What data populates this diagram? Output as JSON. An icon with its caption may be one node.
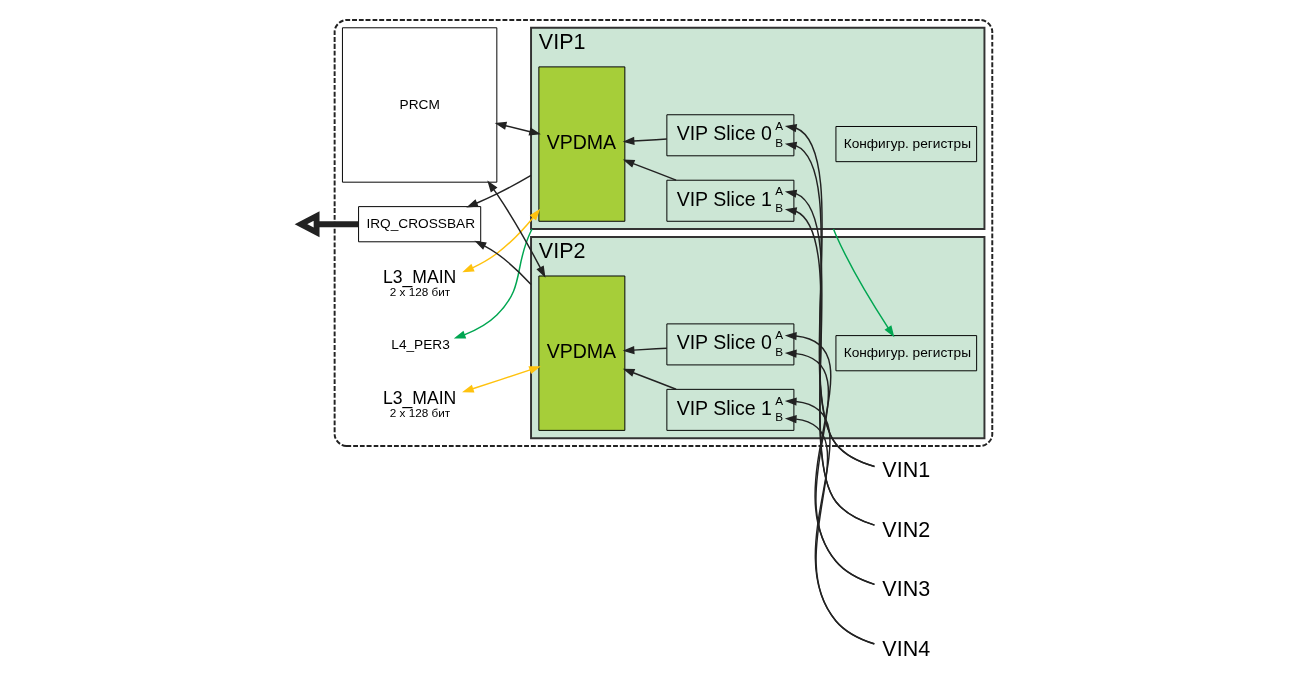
{
  "diagram": {
    "nodes": [
      {
        "text": [],
        "shape": "box"
      },
      {
        "text": [
          "IRQ_CROSSBAR"
        ],
        "in": 0
      },
      {
        "text": [
          "PRCM"
        ],
        "in": 0
      },
      {
        "text": [
          "VIP1"
        ],
        "in": 0
      },
      {
        "text": [
          "Конфигур. регистры"
        ],
        "in": 3
      },
      {
        "text": [
          "VPDMA"
        ],
        "in": 3
      },
      {
        "text": [
          "VIP Slice 0",
          "A",
          "B"
        ],
        "in": 3
      },
      {
        "text": [
          "VIP Slice 1",
          "A",
          "B"
        ],
        "in": 3
      },
      {
        "text": [
          "VIP2"
        ],
        "in": 0
      },
      {
        "text": [
          "Конфигур. регистры"
        ],
        "in": 8
      },
      {
        "text": [
          "VPDMA"
        ],
        "in": 8
      },
      {
        "text": [
          "VIP Slice 0",
          "A",
          "B"
        ],
        "in": 8
      },
      {
        "text": [
          "VIP Slice 1",
          "A",
          "B"
        ],
        "in": 8
      },
      {
        "text": [
          "L4_PER3"
        ],
        "in": 0
      },
      {
        "text": [
          "L3_MAIN",
          "2 x 128 бит"
        ],
        "in": 0
      },
      {
        "text": [
          "L3_MAIN",
          "2 x 128 бит"
        ],
        "in": 0
      },
      {
        "text": [
          "VIN1"
        ]
      },
      {
        "text": [
          "VIN2"
        ]
      },
      {
        "text": [
          "VIN3"
        ]
      },
      {
        "text": [
          "VIN4"
        ]
      }
    ],
    "edges": [
      {
        "from": 3,
        "to": 13,
        "arrow": "to",
        "color": "#00a651"
      },
      {
        "from": 3,
        "to": 9,
        "arrow": "to",
        "color": "#00a651"
      },
      {
        "from": 3,
        "to": 1,
        "arrow": "to"
      },
      {
        "from": 8,
        "to": 1,
        "arrow": "to"
      },
      {
        "from": 14,
        "to": 5,
        "arrow": "both",
        "color": "#ffc20e"
      },
      {
        "from": 2,
        "to": 3,
        "arrow": "both"
      },
      {
        "from": 2,
        "to": 8,
        "arrow": "both"
      },
      {
        "from": 15,
        "to": 10,
        "arrow": "both",
        "color": "#ffc20e"
      },
      {
        "from": 6,
        "to": 5,
        "arrow": "to"
      },
      {
        "from": 7,
        "to": 5,
        "arrow": "to"
      },
      {
        "from": 11,
        "to": 10,
        "arrow": "to"
      },
      {
        "from": 12,
        "to": 10,
        "arrow": "to"
      },
      {
        "from": 16,
        "to": 6,
        "arrow": "to"
      },
      {
        "from": 16,
        "to": 6,
        "arrow": "to"
      },
      {
        "from": 17,
        "to": 7,
        "arrow": "to"
      },
      {
        "from": 17,
        "to": 7,
        "arrow": "to"
      },
      {
        "from": 18,
        "to": 11,
        "arrow": "to"
      },
      {
        "from": 18,
        "to": 11,
        "arrow": "to"
      },
      {
        "from": 19,
        "to": 12,
        "arrow": "to"
      },
      {
        "from": 19,
        "to": 12,
        "arrow": "to"
      },
      {
        "from": 1,
        "to": null,
        "arrow": "to",
        "style": "thick"
      }
    ]
  }
}
